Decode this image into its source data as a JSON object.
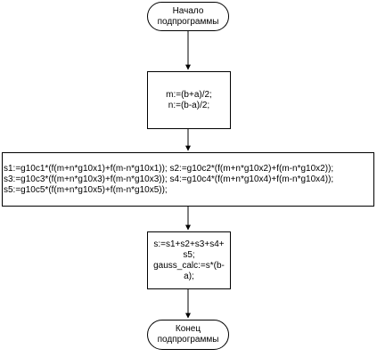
{
  "flowchart": {
    "start": "Начало\nподпрограммы",
    "step1": "m:=(b+a)/2;\nn:=(b-a)/2;",
    "step2": "s1:=g10c1*(f(m+n*g10x1)+f(m-n*g10x1)); s2:=g10c2*(f(m+n*g10x2)+f(m-n*g10x2));\ns3:=g10c3*(f(m+n*g10x3)+f(m-n*g10x3)); s4:=g10c4*(f(m+n*g10x4)+f(m-n*g10x4));\ns5:=g10c5*(f(m+n*g10x5)+f(m-n*g10x5));",
    "step3": "s:=s1+s2+s3+s4+\ns5;\ngauss_calc:=s*(b-\na);",
    "end": "Конец\nподпрограммы"
  }
}
